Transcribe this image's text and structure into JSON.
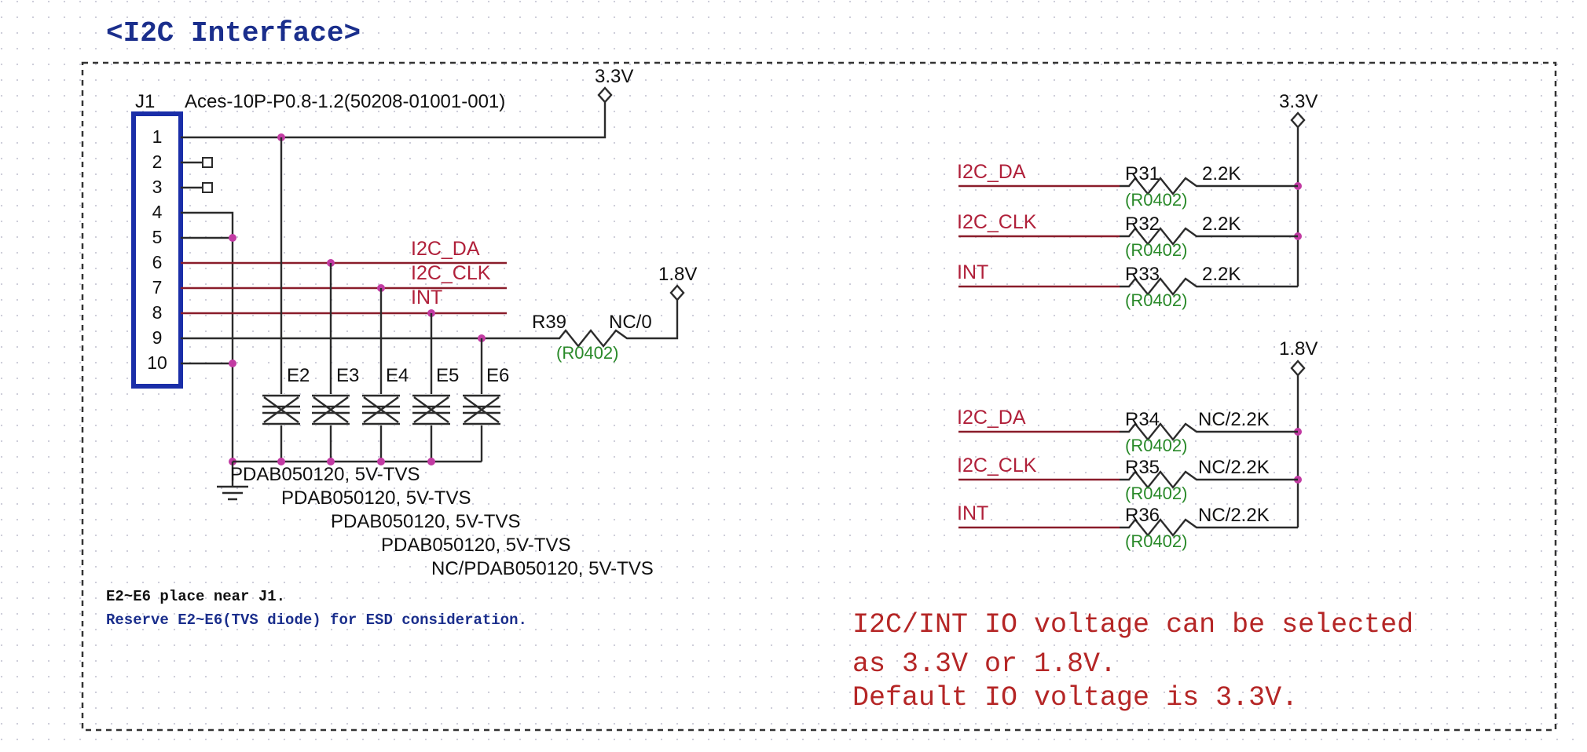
{
  "title": "<I2C Interface>",
  "connector": {
    "ref": "J1",
    "part": "Aces-10P-P0.8-1.2(50208-01001-001)",
    "pins": [
      "1",
      "2",
      "3",
      "4",
      "5",
      "6",
      "7",
      "8",
      "9",
      "10"
    ]
  },
  "power": {
    "v33_left": "3.3V",
    "v18_left": "1.8V",
    "v33_right": "3.3V",
    "v18_right": "1.8V"
  },
  "left_signals": [
    "I2C_DA",
    "I2C_CLK",
    "INT"
  ],
  "r39": {
    "ref": "R39",
    "value": "NC/0",
    "pkg": "(R0402)"
  },
  "tvs": {
    "refs": [
      "E2",
      "E3",
      "E4",
      "E5",
      "E6"
    ],
    "parts": [
      "PDAB050120, 5V-TVS",
      "PDAB050120, 5V-TVS",
      "PDAB050120, 5V-TVS",
      "PDAB050120, 5V-TVS",
      "NC/PDAB050120, 5V-TVS"
    ]
  },
  "pullups_33": [
    {
      "signal": "I2C_DA",
      "ref": "R31",
      "value": "2.2K",
      "pkg": "(R0402)"
    },
    {
      "signal": "I2C_CLK",
      "ref": "R32",
      "value": "2.2K",
      "pkg": "(R0402)"
    },
    {
      "signal": "INT",
      "ref": "R33",
      "value": "2.2K",
      "pkg": "(R0402)"
    }
  ],
  "pullups_18": [
    {
      "signal": "I2C_DA",
      "ref": "R34",
      "value": "NC/2.2K",
      "pkg": "(R0402)"
    },
    {
      "signal": "I2C_CLK",
      "ref": "R35",
      "value": "NC/2.2K",
      "pkg": "(R0402)"
    },
    {
      "signal": "INT",
      "ref": "R36",
      "value": "NC/2.2K",
      "pkg": "(R0402)"
    }
  ],
  "notes": {
    "line1": "E2~E6 place near J1.",
    "line2": "Reserve E2~E6(TVS diode) for ESD consideration."
  },
  "voltage_note": {
    "line1": "I2C/INT IO voltage can be selected",
    "line2": "as 3.3V or 1.8V.",
    "line3": "Default IO voltage is 3.3V."
  }
}
